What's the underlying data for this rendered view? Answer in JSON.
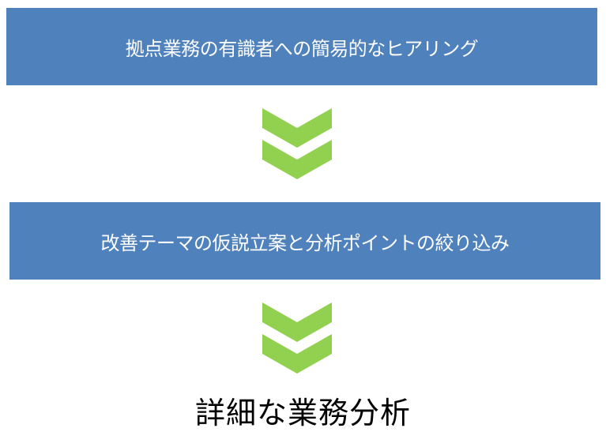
{
  "colors": {
    "box_fill": "#4f81bd",
    "box_text": "#ffffff",
    "arrow_fill": "#92d050",
    "final_text": "#000000",
    "background": "#ffffff"
  },
  "steps": [
    {
      "label": "拠点業務の有識者への簡易的なヒアリング"
    },
    {
      "label": "改善テーマの仮説立案と分析ポイントの絞り込み"
    }
  ],
  "arrows": [
    {
      "icon": "double-chevron-down-icon"
    },
    {
      "icon": "double-chevron-down-icon"
    }
  ],
  "result": {
    "label": "詳細な業務分析"
  }
}
